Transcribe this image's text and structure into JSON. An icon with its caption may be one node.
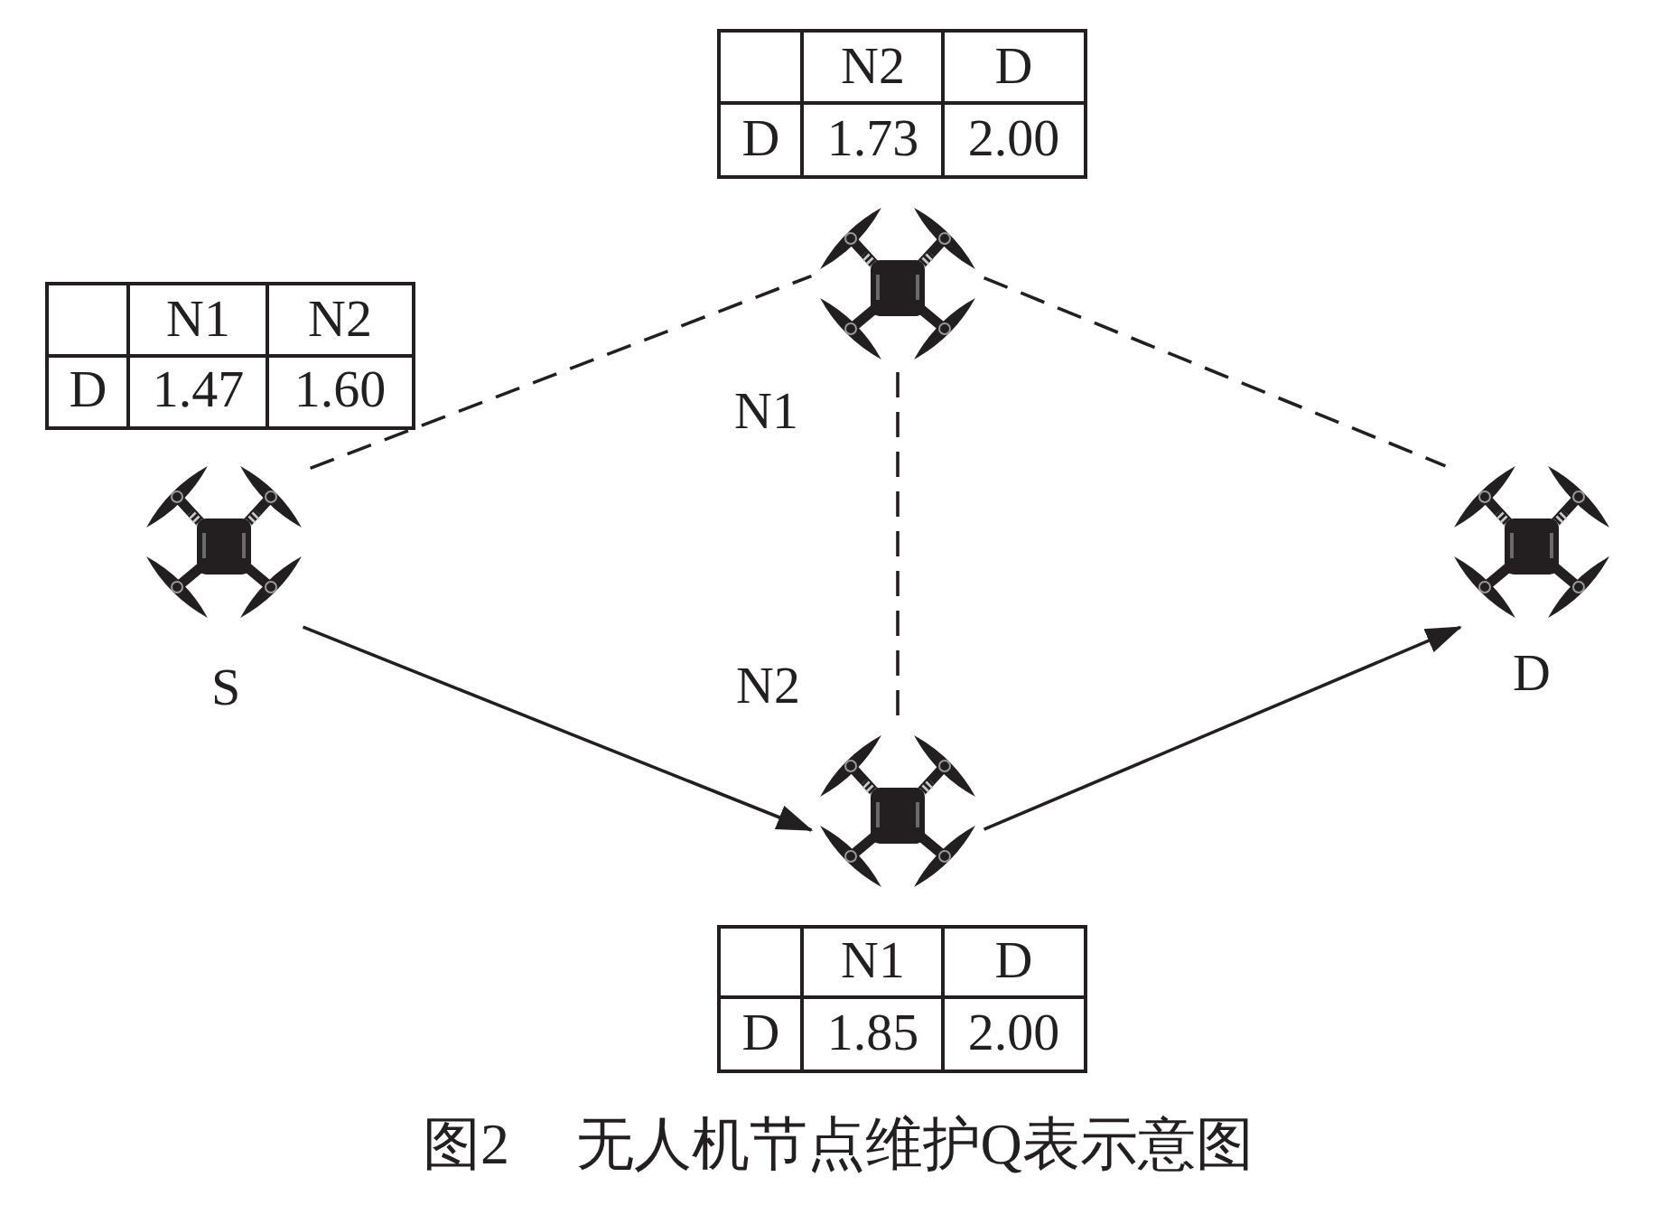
{
  "diagram": {
    "caption": "图2 无人机节点维护Q表示意图",
    "nodes": [
      {
        "text": [],
        "shape": "picture",
        "beside": [
          "S"
        ]
      },
      {
        "text": [],
        "shape": "picture",
        "beside": [
          "N1"
        ]
      },
      {
        "text": [],
        "shape": "picture",
        "beside": [
          "N2"
        ]
      },
      {
        "text": [],
        "shape": "picture",
        "beside": [
          "D"
        ]
      }
    ],
    "edges": [
      {
        "from": 0,
        "to": 1,
        "arrow": "none",
        "style": "dashed"
      },
      {
        "from": 1,
        "to": 3,
        "arrow": "none",
        "style": "dashed"
      },
      {
        "from": 1,
        "to": 2,
        "arrow": "none",
        "style": "dashed"
      },
      {
        "from": 0,
        "to": 2,
        "arrow": "to"
      },
      {
        "from": 2,
        "to": 3,
        "arrow": "to"
      }
    ],
    "labels": [
      "N2",
      "D",
      "D",
      "1.73",
      "2.00",
      "N1",
      "N2",
      "D",
      "1.47",
      "1.60",
      "N1",
      "D",
      "D",
      "1.85",
      "2.00"
    ]
  }
}
